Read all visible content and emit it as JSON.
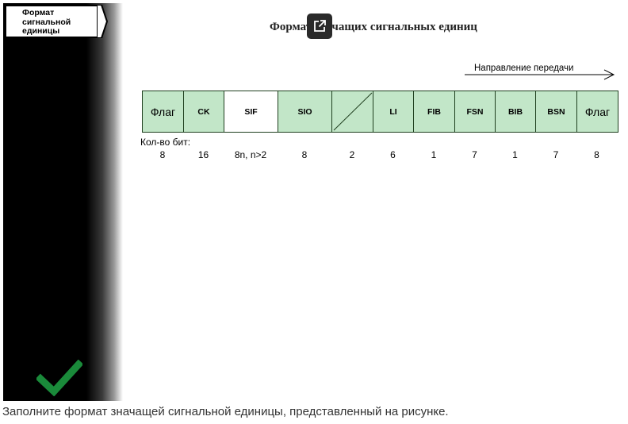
{
  "sidebar": {
    "label": "Формат\nсигнальной\nединицы"
  },
  "slide": {
    "title": "Формат значащих сигнальных единиц",
    "direction_label": "Направление передачи",
    "bits_title": "Кол-во бит:"
  },
  "frame": {
    "fields": [
      {
        "label": "Флаг",
        "bits": "8"
      },
      {
        "label": "CK",
        "bits": "16"
      },
      {
        "label": "SIF",
        "bits": "8n, n>2"
      },
      {
        "label": "SIO",
        "bits": "8"
      },
      {
        "label": "",
        "bits": "2"
      },
      {
        "label": "LI",
        "bits": "6"
      },
      {
        "label": "FIB",
        "bits": "1"
      },
      {
        "label": "FSN",
        "bits": "7"
      },
      {
        "label": "BIB",
        "bits": "1"
      },
      {
        "label": "BSN",
        "bits": "7"
      },
      {
        "label": "Флаг",
        "bits": "8"
      }
    ]
  },
  "colors": {
    "field_fill": "#c2e6c8",
    "sif_fill": "#ffffff",
    "check": "#1a8a3a"
  },
  "icons": {
    "popout": "external-link-icon",
    "status": "checkmark-icon"
  },
  "question": "Заполните формат значащей сигнальной единицы, представленный на рисунке."
}
